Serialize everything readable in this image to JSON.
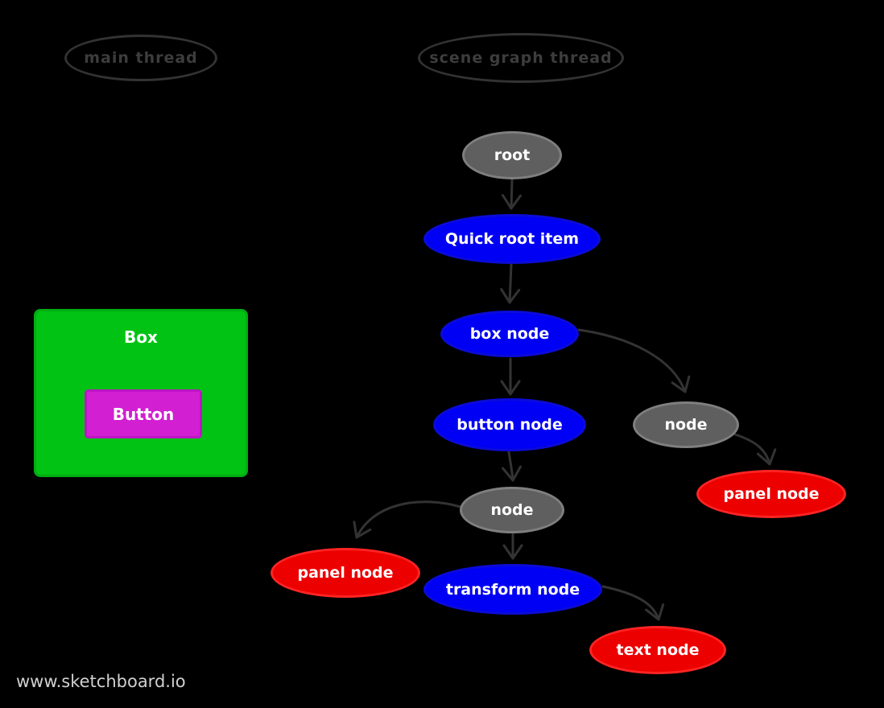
{
  "page": {
    "background": "#000000",
    "watermark": "www.sketchboard.io"
  },
  "thread_labels": {
    "main": {
      "label": "main thread"
    },
    "scene_graph": {
      "label": "scene graph thread"
    }
  },
  "main_thread_ui": {
    "box": {
      "label": "Box",
      "fill": "#00c314"
    },
    "button": {
      "label": "Button",
      "fill": "#d21fd2"
    }
  },
  "scene_graph": {
    "nodes": {
      "root": {
        "label": "root",
        "color_role": "gray"
      },
      "quick_root_item": {
        "label": "Quick root item",
        "color_role": "blue"
      },
      "box_node": {
        "label": "box node",
        "color_role": "blue"
      },
      "button_node": {
        "label": "button node",
        "color_role": "blue"
      },
      "node_right": {
        "label": "node",
        "color_role": "gray"
      },
      "panel_node_right": {
        "label": "panel node",
        "color_role": "red"
      },
      "node_middle": {
        "label": "node",
        "color_role": "gray"
      },
      "panel_node_left": {
        "label": "panel node",
        "color_role": "red"
      },
      "transform_node": {
        "label": "transform node",
        "color_role": "blue"
      },
      "text_node": {
        "label": "text node",
        "color_role": "red"
      }
    },
    "edges": [
      {
        "from": "root",
        "to": "quick_root_item"
      },
      {
        "from": "quick_root_item",
        "to": "box_node"
      },
      {
        "from": "box_node",
        "to": "button_node"
      },
      {
        "from": "box_node",
        "to": "node_right"
      },
      {
        "from": "node_right",
        "to": "panel_node_right"
      },
      {
        "from": "button_node",
        "to": "node_middle"
      },
      {
        "from": "node_middle",
        "to": "panel_node_left"
      },
      {
        "from": "node_middle",
        "to": "transform_node"
      },
      {
        "from": "transform_node",
        "to": "text_node"
      }
    ]
  },
  "colors": {
    "background": "#000000",
    "node_blue": "#0000f4",
    "node_gray": "#5f5f5f",
    "node_red": "#ec0000",
    "edge_stroke": "#333333",
    "thread_outline": "#333333",
    "thread_text": "#3d3d3d",
    "box_green": "#00c314",
    "button_magenta": "#d21fd2",
    "node_text": "#ffffff",
    "watermark_text": "#d0d0d0"
  }
}
